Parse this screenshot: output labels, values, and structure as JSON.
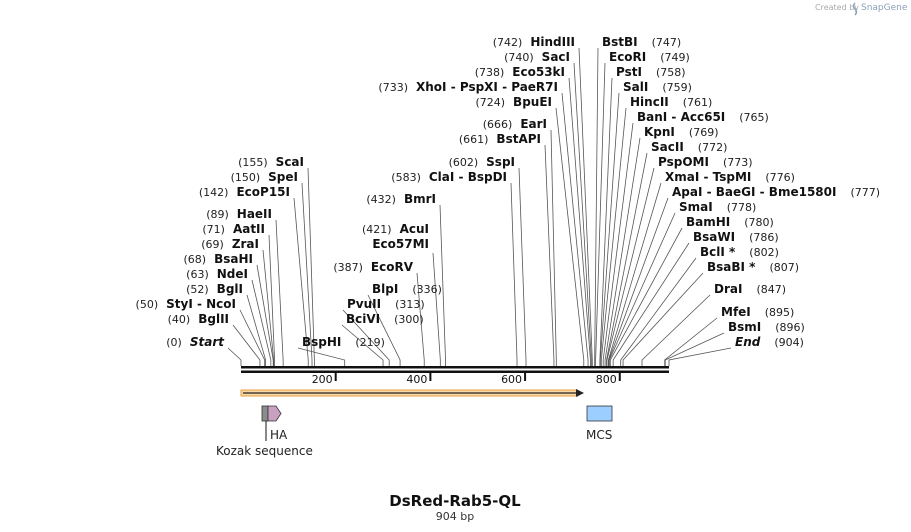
{
  "credit": {
    "prefix": "Created by",
    "brand": "SnapGene"
  },
  "title": "DsRed-Rab5-QL",
  "subtitle": "904 bp",
  "total_bp": 904,
  "ruler_ticks": [
    "200",
    "400",
    "600",
    "800"
  ],
  "sites": [
    {
      "id": "start",
      "label": "Start",
      "pos": "(0)",
      "bp": 0,
      "italic": true
    },
    {
      "id": "bglII",
      "label": "BglII",
      "pos": "(40)",
      "bp": 40
    },
    {
      "id": "styI",
      "label": "StyI",
      "extra": [
        "NcoI"
      ],
      "pos": "(50)",
      "bp": 50
    },
    {
      "id": "bglI",
      "label": "BglI",
      "pos": "(52)",
      "bp": 52
    },
    {
      "id": "ndeI",
      "label": "NdeI",
      "pos": "(63)",
      "bp": 63
    },
    {
      "id": "bsaHI",
      "label": "BsaHI",
      "pos": "(68)",
      "bp": 68
    },
    {
      "id": "zraI",
      "label": "ZraI",
      "pos": "(69)",
      "bp": 69
    },
    {
      "id": "aatII",
      "label": "AatII",
      "pos": "(71)",
      "bp": 71
    },
    {
      "id": "haeII",
      "label": "HaeII",
      "pos": "(89)",
      "bp": 89
    },
    {
      "id": "ecoP15I",
      "label": "EcoP15I",
      "pos": "(142)",
      "bp": 142
    },
    {
      "id": "speI",
      "label": "SpeI",
      "pos": "(150)",
      "bp": 150
    },
    {
      "id": "scaI",
      "label": "ScaI",
      "pos": "(155)",
      "bp": 155
    },
    {
      "id": "bspHI",
      "label": "BspHI",
      "pos": "(219)",
      "bp": 219
    },
    {
      "id": "bciVI",
      "label": "BciVI",
      "pos": "(300)",
      "bp": 300
    },
    {
      "id": "pvuII",
      "label": "PvuII",
      "pos": "(313)",
      "bp": 313
    },
    {
      "id": "blpI",
      "label": "BlpI",
      "pos": "(336)",
      "bp": 336
    },
    {
      "id": "ecoRV",
      "label": "EcoRV",
      "pos": "(387)",
      "bp": 387
    },
    {
      "id": "acuI",
      "label": "AcuI",
      "pos": "(421)",
      "bp": 421,
      "line2": "Eco57MI"
    },
    {
      "id": "bmrI",
      "label": "BmrI",
      "pos": "(432)",
      "bp": 432
    },
    {
      "id": "claI",
      "label": "ClaI",
      "extra": [
        "BspDI"
      ],
      "pos": "(583)",
      "bp": 583
    },
    {
      "id": "sspI",
      "label": "SspI",
      "pos": "(602)",
      "bp": 602
    },
    {
      "id": "bstAPI",
      "label": "BstAPI",
      "pos": "(661)",
      "bp": 661
    },
    {
      "id": "earI",
      "label": "EarI",
      "pos": "(666)",
      "bp": 666
    },
    {
      "id": "bpuEI",
      "label": "BpuEI",
      "pos": "(724)",
      "bp": 724
    },
    {
      "id": "xhoI",
      "label": "XhoI",
      "extra": [
        "PspXI",
        "PaeR7I"
      ],
      "pos": "(733)",
      "bp": 733
    },
    {
      "id": "eco53kI",
      "label": "Eco53kI",
      "pos": "(738)",
      "bp": 738
    },
    {
      "id": "sacI",
      "label": "SacI",
      "pos": "(740)",
      "bp": 740
    },
    {
      "id": "hindIII",
      "label": "HindIII",
      "pos": "(742)",
      "bp": 742
    },
    {
      "id": "bstBI",
      "label": "BstBI",
      "pos": "(747)",
      "bp": 747
    },
    {
      "id": "ecoRI",
      "label": "EcoRI",
      "pos": "(749)",
      "bp": 749
    },
    {
      "id": "pstI",
      "label": "PstI",
      "pos": "(758)",
      "bp": 758
    },
    {
      "id": "salI",
      "label": "SalI",
      "pos": "(759)",
      "bp": 759
    },
    {
      "id": "hincII",
      "label": "HincII",
      "pos": "(761)",
      "bp": 761
    },
    {
      "id": "banI",
      "label": "BanI",
      "extra": [
        "Acc65I"
      ],
      "pos": "(765)",
      "bp": 765
    },
    {
      "id": "kpnI",
      "label": "KpnI",
      "pos": "(769)",
      "bp": 769
    },
    {
      "id": "sacII",
      "label": "SacII",
      "pos": "(772)",
      "bp": 772
    },
    {
      "id": "pspOMI",
      "label": "PspOMI",
      "pos": "(773)",
      "bp": 773
    },
    {
      "id": "xmaI",
      "label": "XmaI",
      "extra": [
        "TspMI"
      ],
      "pos": "(776)",
      "bp": 776
    },
    {
      "id": "apaI",
      "label": "ApaI",
      "extra": [
        "BaeGI",
        "Bme1580I"
      ],
      "pos": "(777)",
      "bp": 777
    },
    {
      "id": "smaI",
      "label": "SmaI",
      "pos": "(778)",
      "bp": 778
    },
    {
      "id": "bamHI",
      "label": "BamHI",
      "pos": "(780)",
      "bp": 780
    },
    {
      "id": "bsaWI",
      "label": "BsaWI",
      "pos": "(786)",
      "bp": 786
    },
    {
      "id": "bclI",
      "label": "BclI *",
      "pos": "(802)",
      "bp": 802
    },
    {
      "id": "bsaBI",
      "label": "BsaBI *",
      "pos": "(807)",
      "bp": 807
    },
    {
      "id": "draI",
      "label": "DraI",
      "pos": "(847)",
      "bp": 847
    },
    {
      "id": "mfeI",
      "label": "MfeI",
      "pos": "(895)",
      "bp": 895
    },
    {
      "id": "bsmI",
      "label": "BsmI",
      "pos": "(896)",
      "bp": 896
    },
    {
      "id": "end",
      "label": "End",
      "pos": "(904)",
      "bp": 904,
      "italic": true
    }
  ],
  "features": [
    {
      "id": "ha",
      "label": "HA",
      "color": "#c8a0c0",
      "type": "tag"
    },
    {
      "id": "kozak",
      "label": "Kozak sequence",
      "color": "#888888",
      "type": "box"
    },
    {
      "id": "mcs",
      "label": "MCS",
      "color": "#9ccfff",
      "type": "box"
    }
  ],
  "colors": {
    "orf": "#f2a93b",
    "backbone": "#111111"
  }
}
